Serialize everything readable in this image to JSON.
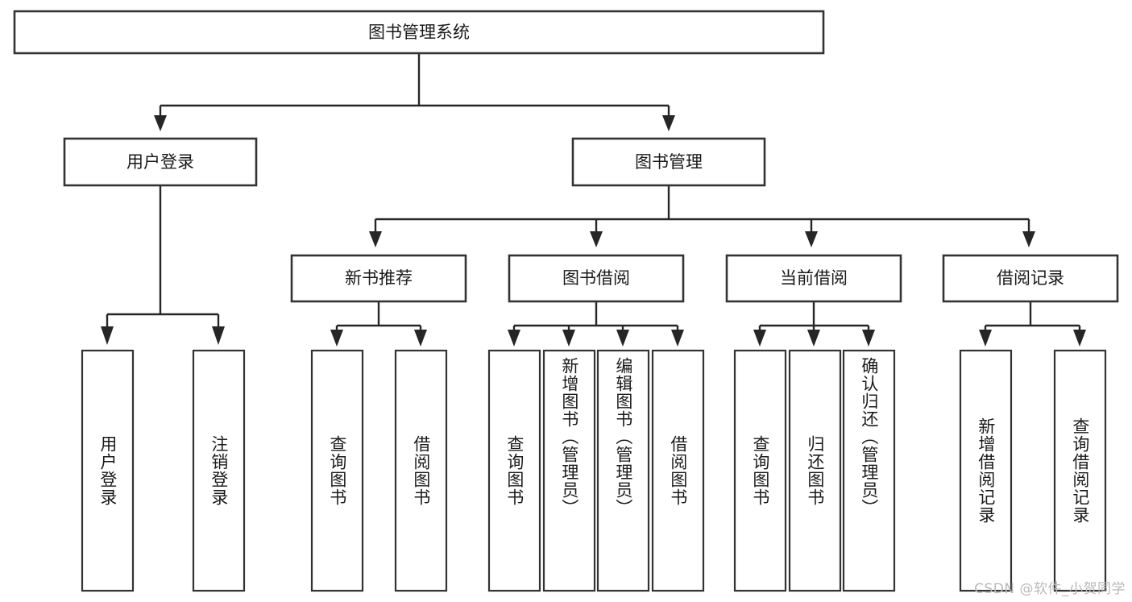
{
  "diagram": {
    "type": "tree-hierarchy",
    "title": "图书管理系统",
    "root": {
      "id": "root",
      "label": "图书管理系统",
      "level": 1
    },
    "level2": [
      {
        "id": "user-login",
        "label": "用户登录",
        "level": 2
      },
      {
        "id": "book-manage",
        "label": "图书管理",
        "level": 2
      }
    ],
    "level3": [
      {
        "id": "new-book-rec",
        "label": "新书推荐",
        "parent": "book-manage",
        "level": 3
      },
      {
        "id": "book-borrow",
        "label": "图书借阅",
        "parent": "book-manage",
        "level": 3
      },
      {
        "id": "current-borrow",
        "label": "当前借阅",
        "parent": "book-manage",
        "level": 3
      },
      {
        "id": "borrow-record",
        "label": "借阅记录",
        "parent": "book-manage",
        "level": 3
      }
    ],
    "leaves": [
      {
        "id": "leaf-user-login",
        "label": "用户登录",
        "parent": "user-login",
        "orientation": "vertical"
      },
      {
        "id": "leaf-logout-login",
        "label": "注销登录",
        "parent": "user-login",
        "orientation": "vertical"
      },
      {
        "id": "leaf-query-book-1",
        "label": "查询图书",
        "parent": "new-book-rec",
        "orientation": "vertical"
      },
      {
        "id": "leaf-borrow-book-1",
        "label": "借阅图书",
        "parent": "new-book-rec",
        "orientation": "vertical"
      },
      {
        "id": "leaf-query-book-2",
        "label": "查询图书",
        "parent": "book-borrow",
        "orientation": "vertical"
      },
      {
        "id": "leaf-add-book",
        "label": "新增图书（管理员）",
        "parent": "book-borrow",
        "orientation": "vertical"
      },
      {
        "id": "leaf-edit-book",
        "label": "编辑图书（管理员）",
        "parent": "book-borrow",
        "orientation": "vertical"
      },
      {
        "id": "leaf-borrow-book-2",
        "label": "借阅图书",
        "parent": "book-borrow",
        "orientation": "vertical"
      },
      {
        "id": "leaf-query-book-3",
        "label": "查询图书",
        "parent": "current-borrow",
        "orientation": "vertical"
      },
      {
        "id": "leaf-return-book",
        "label": "归还图书",
        "parent": "current-borrow",
        "orientation": "vertical"
      },
      {
        "id": "leaf-confirm-return",
        "label": "确认归还（管理员）",
        "parent": "current-borrow",
        "orientation": "vertical"
      },
      {
        "id": "leaf-add-record",
        "label": "新增借阅记录",
        "parent": "borrow-record",
        "orientation": "vertical"
      },
      {
        "id": "leaf-query-record",
        "label": "查询借阅记录",
        "parent": "borrow-record",
        "orientation": "vertical"
      }
    ],
    "colors": {
      "box_fill": "#ffffff",
      "box_stroke": "#333333",
      "connector": "#262626",
      "text": "#1a1a1a",
      "watermark": "#b9b9b9",
      "background": "#ffffff"
    }
  },
  "watermark": {
    "text": "CSDN @软件_小贺同学"
  }
}
